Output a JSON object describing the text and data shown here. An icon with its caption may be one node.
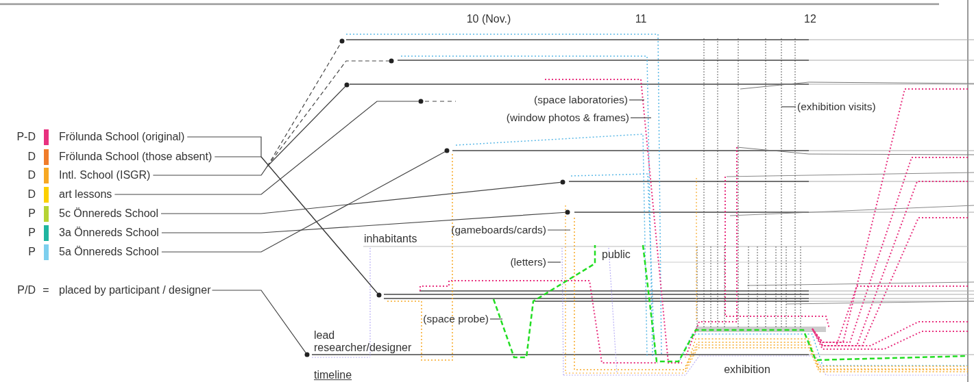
{
  "diagram": {
    "nodes": [
      {
        "text": [],
        "shape": "circle"
      },
      {
        "text": [],
        "shape": "circle"
      },
      {
        "text": [],
        "shape": "circle"
      },
      {
        "text": [],
        "shape": "circle"
      },
      {
        "text": [],
        "shape": "circle"
      },
      {
        "text": [],
        "shape": "circle"
      },
      {
        "text": [],
        "shape": "circle"
      },
      {
        "text": [],
        "shape": "circle"
      },
      {
        "text": [],
        "shape": "circle"
      },
      {
        "text": [
          "(space laboratories)"
        ]
      },
      {
        "text": [
          "(window photos & frames)"
        ]
      },
      {
        "text": [
          "(exhibition visits)"
        ]
      },
      {
        "text": [
          "(gameboards/cards)"
        ]
      },
      {
        "text": [
          "(letters)"
        ]
      },
      {
        "text": [
          "(space probe)"
        ]
      },
      {
        "text": [
          "placed by participant / designer"
        ]
      }
    ],
    "edges": [
      {
        "from": null,
        "to": 7,
        "arrow": "none"
      },
      {
        "from": null,
        "to": 7,
        "arrow": "none"
      },
      {
        "from": null,
        "to": 0,
        "arrow": "none",
        "style": "dashed"
      },
      {
        "from": null,
        "to": 1,
        "arrow": "none",
        "style": "dashed"
      },
      {
        "from": null,
        "to": 2,
        "arrow": "none"
      },
      {
        "from": null,
        "to": 3,
        "arrow": "none"
      },
      {
        "from": null,
        "to": 5,
        "arrow": "none"
      },
      {
        "from": null,
        "to": 6,
        "arrow": "none"
      },
      {
        "from": null,
        "to": 4,
        "arrow": "none"
      },
      {
        "from": 15,
        "to": 8,
        "arrow": "none"
      },
      {
        "from": 9,
        "to": null,
        "arrow": "none"
      },
      {
        "from": 10,
        "to": null,
        "arrow": "none"
      },
      {
        "from": 11,
        "to": null,
        "arrow": "none"
      },
      {
        "from": 12,
        "to": null,
        "arrow": "none"
      },
      {
        "from": 13,
        "to": null,
        "arrow": "none"
      },
      {
        "from": 14,
        "to": null,
        "arrow": "none"
      }
    ],
    "labels": [
      "10 (Nov.)",
      "11",
      "12",
      "P-D",
      "D",
      "D",
      "D",
      "P",
      "P",
      "P",
      "inhabitants",
      "public",
      "P/D",
      "=",
      "lead researcher/designer",
      "timeline",
      "exhibition"
    ],
    "legend": [
      {
        "text": "Frölunda School (original)",
        "color": "#e8317f"
      },
      {
        "text": "Frölunda School (those absent)",
        "color": "#f07c2a"
      },
      {
        "text": "Intl. School (ISGR)",
        "color": "#f7a823"
      },
      {
        "text": "art lessons",
        "color": "#fcd000"
      },
      {
        "text": "5c Önnereds School",
        "color": "#b5d334"
      },
      {
        "text": "3a Önnereds School",
        "color": "#1fb5a0"
      },
      {
        "text": "5a Önnereds School",
        "color": "#7dcfee"
      }
    ]
  }
}
